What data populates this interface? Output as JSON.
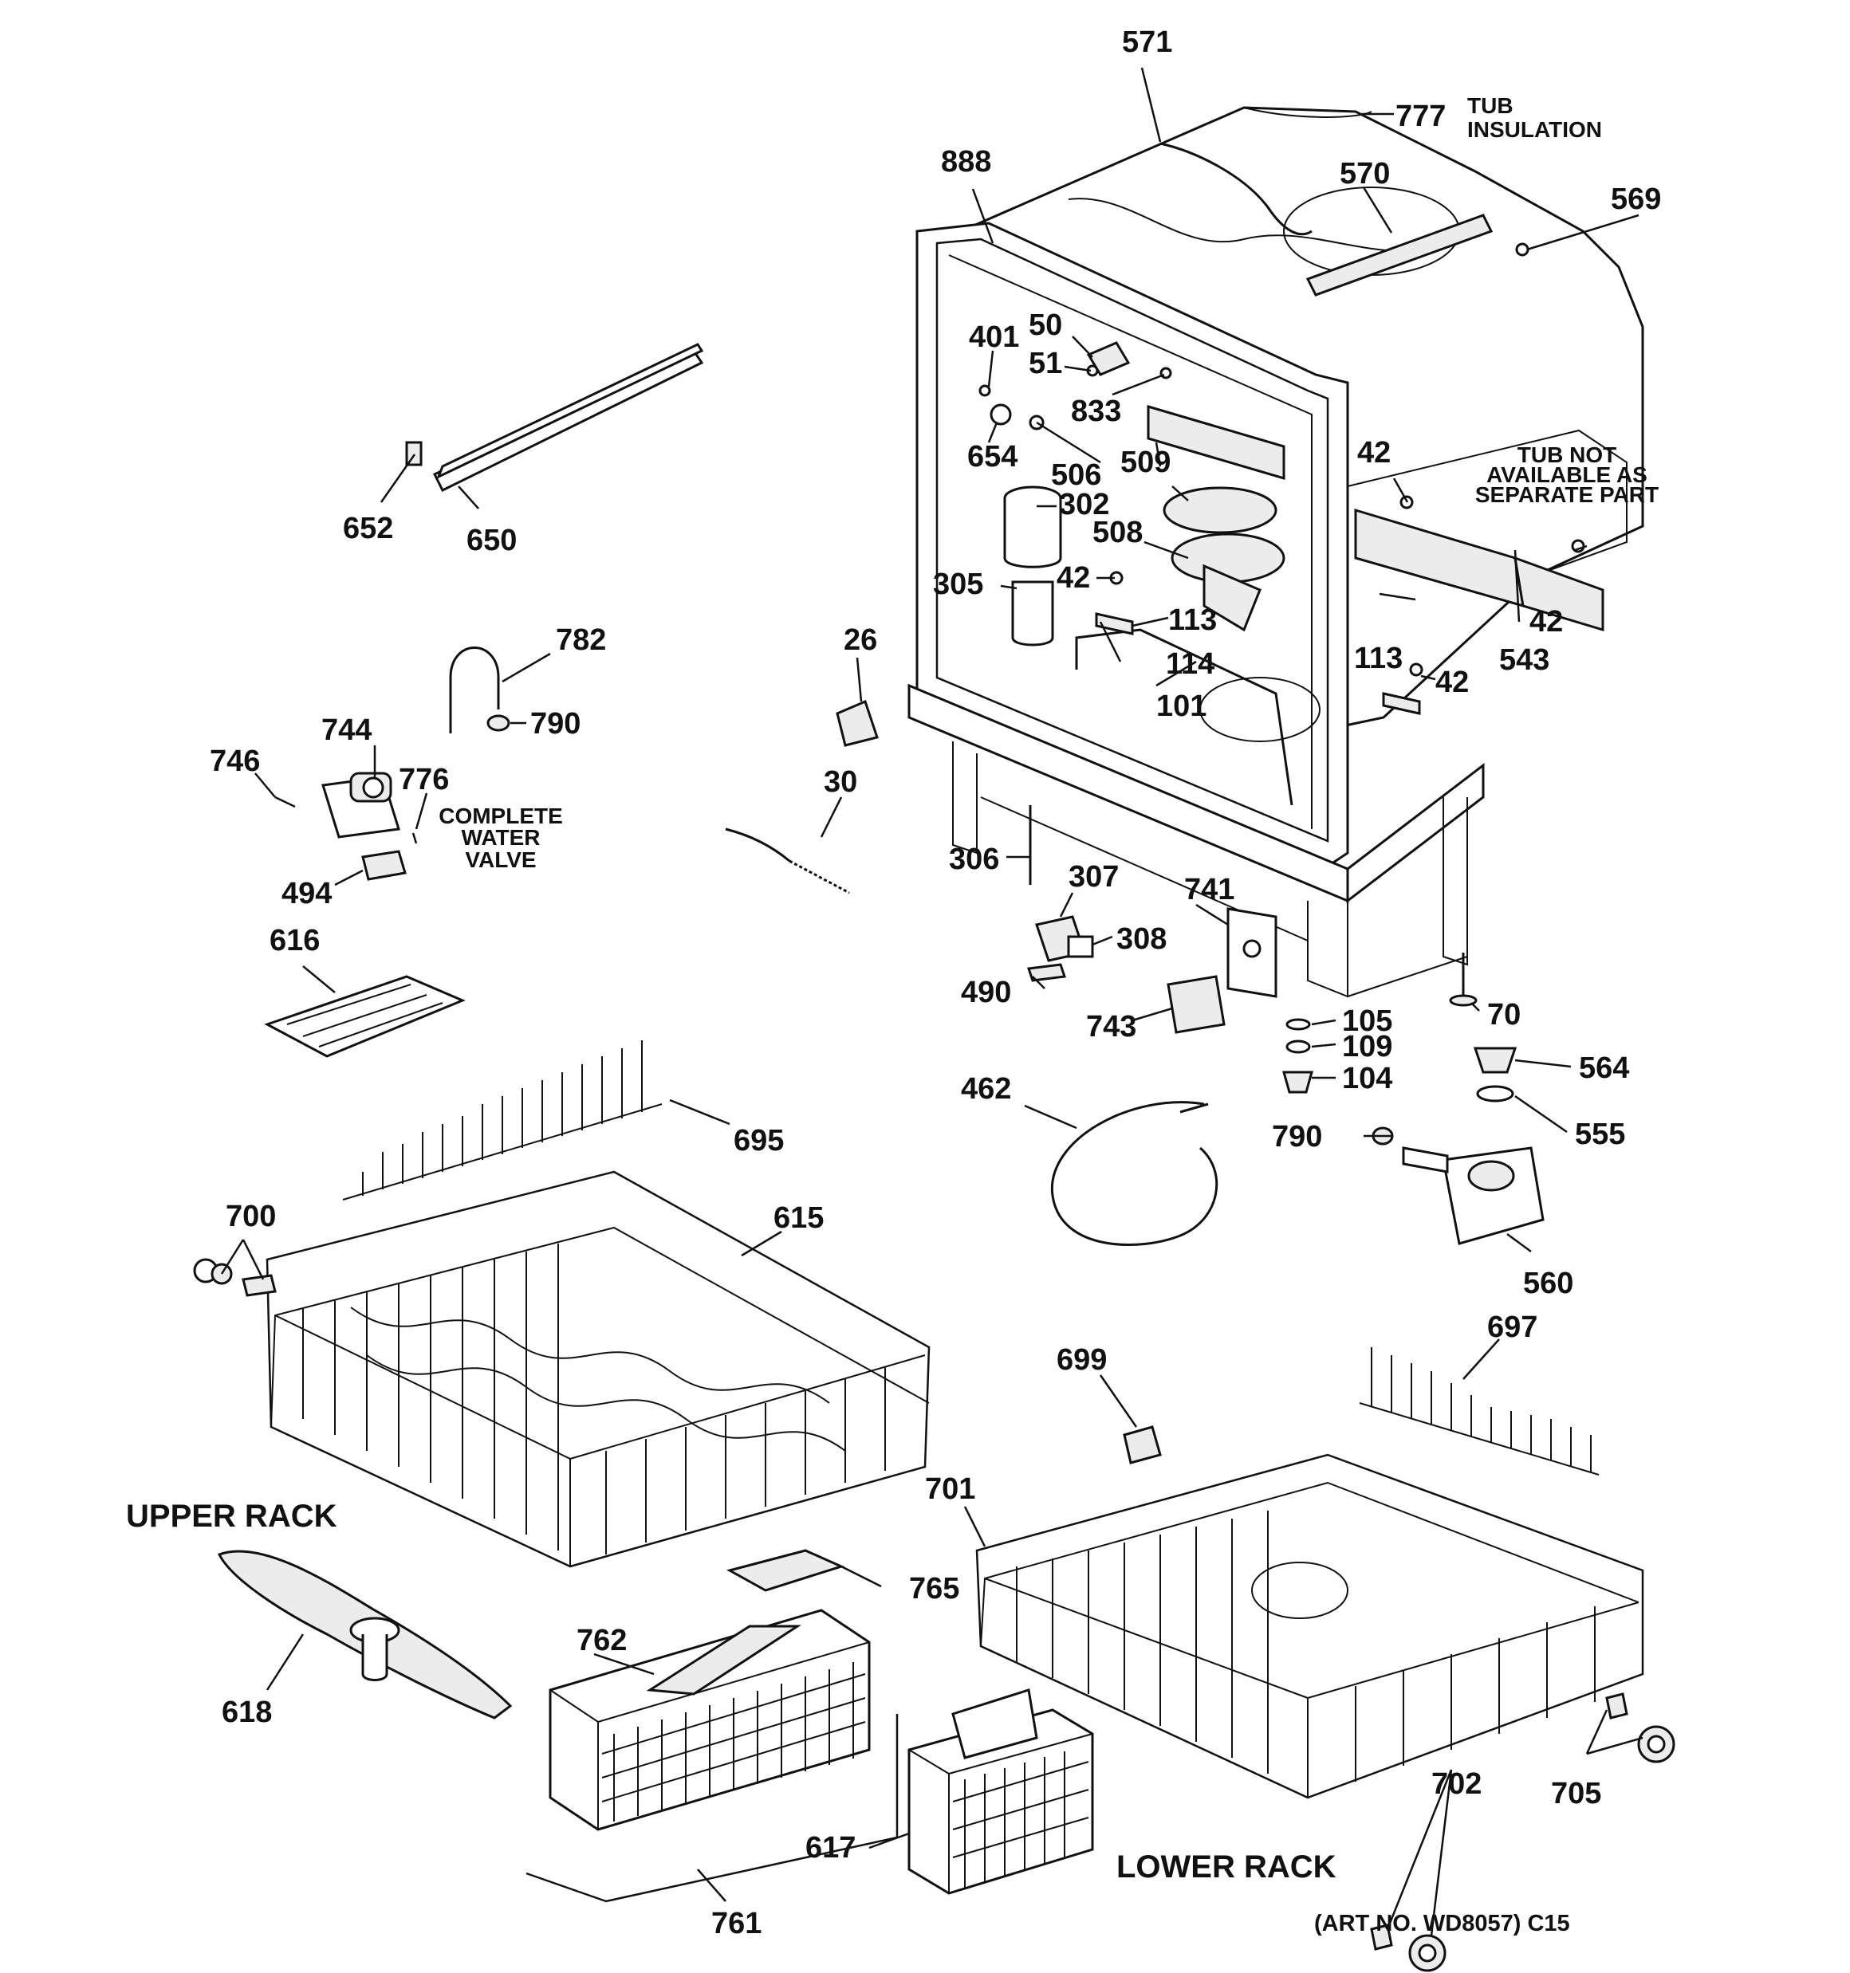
{
  "labels": {
    "p571": "571",
    "p777": "777",
    "p888": "888",
    "p570": "570",
    "p569": "569",
    "p401": "401",
    "p50": "50",
    "p51": "51",
    "p833": "833",
    "p654": "654",
    "p506": "506",
    "p509": "509",
    "p302": "302",
    "p508": "508",
    "p42a": "42",
    "p42b": "42",
    "p42c": "42",
    "p42d": "42",
    "p305": "305",
    "p113a": "113",
    "p113b": "113",
    "p114": "114",
    "p101": "101",
    "p543": "543",
    "p652": "652",
    "p650": "650",
    "p782": "782",
    "p790a": "790",
    "p744": "744",
    "p746": "746",
    "p776": "776",
    "p494": "494",
    "p26": "26",
    "p30": "30",
    "p306": "306",
    "p307": "307",
    "p741": "741",
    "p308": "308",
    "p490": "490",
    "p743": "743",
    "p70": "70",
    "p105": "105",
    "p109": "109",
    "p104": "104",
    "p564": "564",
    "p555": "555",
    "p790b": "790",
    "p560": "560",
    "p462": "462",
    "p616": "616",
    "p695": "695",
    "p700": "700",
    "p615": "615",
    "p697": "697",
    "p699": "699",
    "p701": "701",
    "p765": "765",
    "p762": "762",
    "p618": "618",
    "p761": "761",
    "p617": "617",
    "p702": "702",
    "p705": "705"
  },
  "notes": {
    "tub_insulation_l1": "TUB",
    "tub_insulation_l2": "INSULATION",
    "tub_na_l1": "TUB NOT",
    "tub_na_l2": "AVAILABLE AS",
    "tub_na_l3": "SEPARATE PART",
    "valve_l1": "COMPLETE",
    "valve_l2": "WATER",
    "valve_l3": "VALVE"
  },
  "sections": {
    "upper_rack": "UPPER RACK",
    "lower_rack": "LOWER RACK"
  },
  "art_number": "(ART NO. WD8057) C15"
}
